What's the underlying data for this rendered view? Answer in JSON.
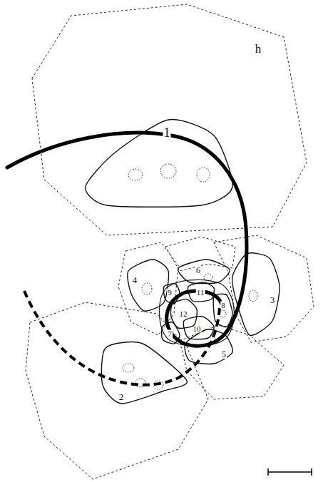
{
  "diagram": {
    "nodes": [
      {
        "text": [
          "1"
        ]
      },
      {
        "text": [
          "2"
        ]
      },
      {
        "text": [
          "3"
        ]
      },
      {
        "text": [
          "4"
        ]
      },
      {
        "text": [
          "5"
        ]
      },
      {
        "text": [
          "6"
        ]
      },
      {
        "text": [
          "7"
        ]
      },
      {
        "text": [
          "8"
        ]
      },
      {
        "text": [
          "9"
        ]
      },
      {
        "text": [
          "10"
        ]
      },
      {
        "text": [
          "11"
        ]
      },
      {
        "text": [
          "12"
        ]
      }
    ],
    "labels": [
      "h"
    ]
  }
}
